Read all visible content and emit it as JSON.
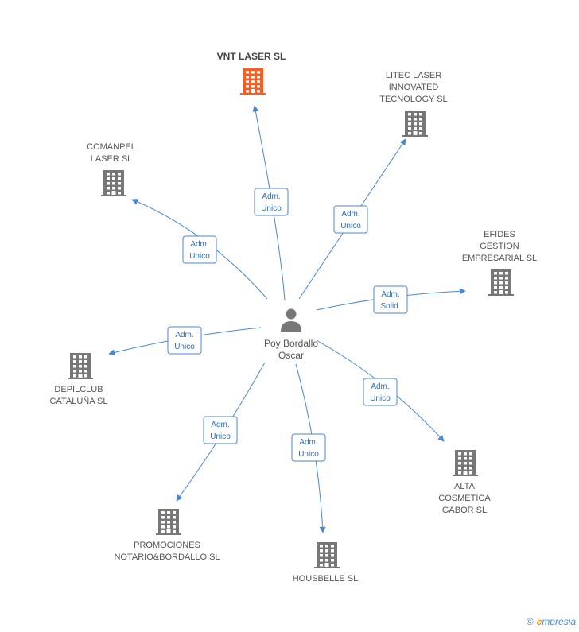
{
  "colors": {
    "edge": "#4a86d6",
    "building": "#777777",
    "highlight": "#ff5a1f",
    "person": "#777777"
  },
  "center": {
    "name_lines": [
      "Poy Bordallo",
      "Oscar"
    ],
    "icon": "person-icon"
  },
  "nodes": [
    {
      "id": "vnt",
      "label_lines": [
        "VNT LASER SL"
      ],
      "highlight": true,
      "role": [
        "Adm.",
        "Unico"
      ]
    },
    {
      "id": "litec",
      "label_lines": [
        "LITEC LASER",
        "INNOVATED",
        "TECNOLOGY SL"
      ],
      "highlight": false,
      "role": [
        "Adm.",
        "Unico"
      ]
    },
    {
      "id": "comanpel",
      "label_lines": [
        "COMANPEL",
        "LASER SL"
      ],
      "highlight": false,
      "role": [
        "Adm.",
        "Unico"
      ]
    },
    {
      "id": "efides",
      "label_lines": [
        "EFIDES",
        "GESTION",
        "EMPRESARIAL SL"
      ],
      "highlight": false,
      "role": [
        "Adm.",
        "Solid."
      ]
    },
    {
      "id": "depilclub",
      "label_lines": [
        "DEPILCLUB",
        "CATALUÑA SL"
      ],
      "highlight": false,
      "role": [
        "Adm.",
        "Unico"
      ]
    },
    {
      "id": "alta",
      "label_lines": [
        "ALTA",
        "COSMETICA",
        "GABOR SL"
      ],
      "highlight": false,
      "role": [
        "Adm.",
        "Unico"
      ]
    },
    {
      "id": "promociones",
      "label_lines": [
        "PROMOCIONES",
        "NOTARIO&BORDALLO SL"
      ],
      "highlight": false,
      "role": [
        "Adm.",
        "Unico"
      ]
    },
    {
      "id": "housbelle",
      "label_lines": [
        "HOUSBELLE SL"
      ],
      "highlight": false,
      "role": [
        "Adm.",
        "Unico"
      ]
    }
  ],
  "footer": {
    "copyright": "©",
    "brand_first": "e",
    "brand_rest": "mpresia"
  }
}
